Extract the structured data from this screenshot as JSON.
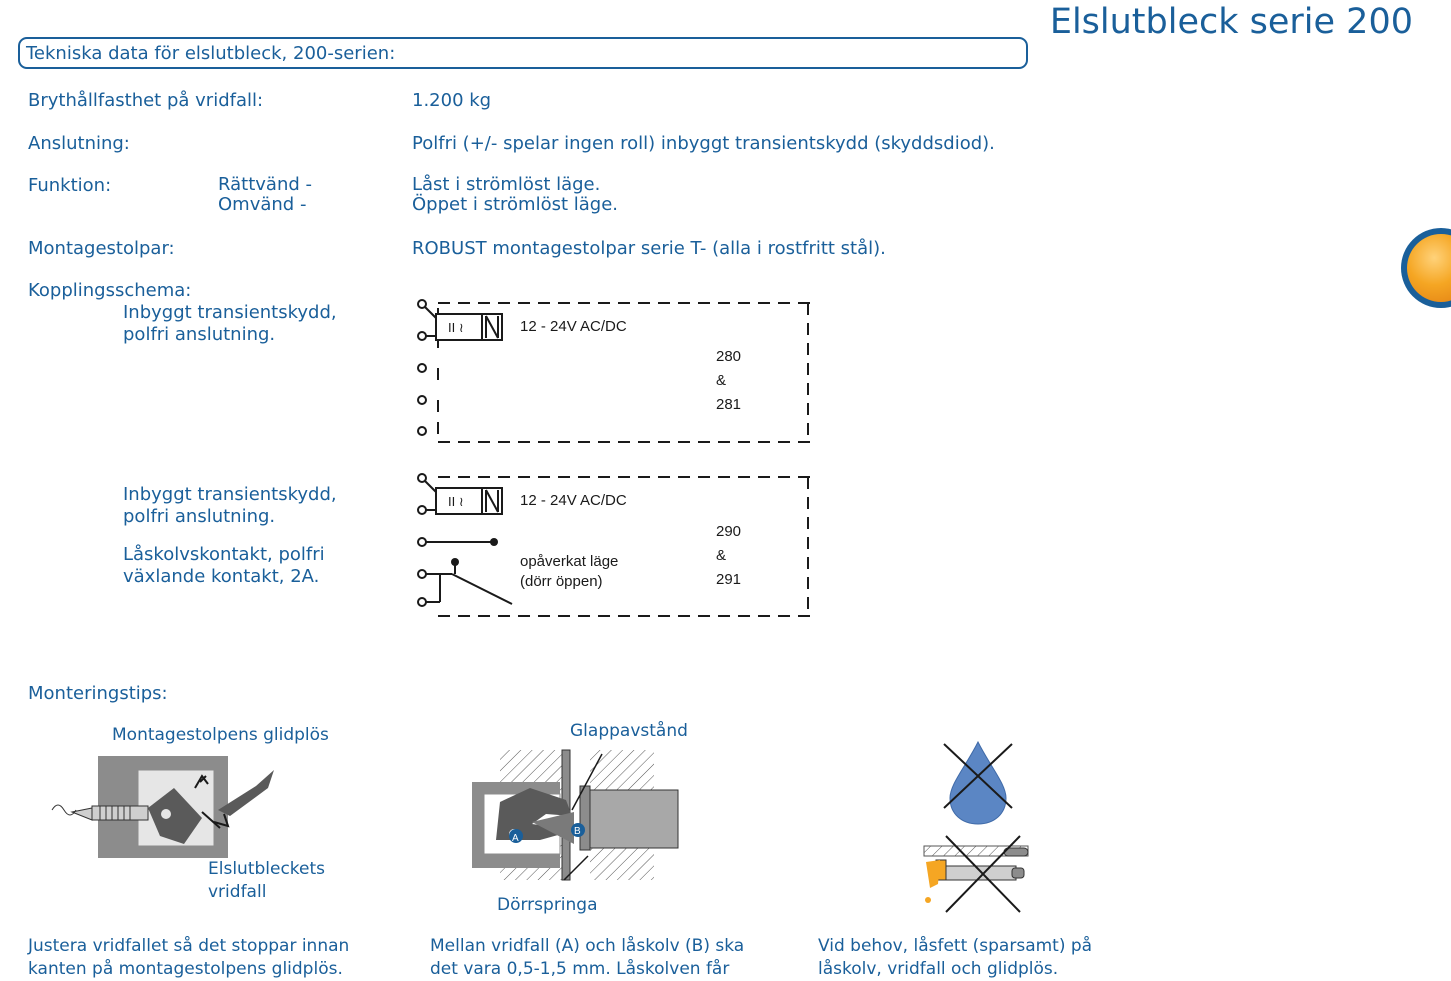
{
  "page_title": "Elslutbleck serie 200",
  "banner": "Tekniska data för elslutbleck, 200-serien:",
  "specs": {
    "strength_label": "Brythållfasthet på vridfall:",
    "strength_value": "1.200 kg",
    "connection_label": "Anslutning:",
    "connection_value": "Polfri (+/- spelar ingen roll) inbyggt transientskydd (skyddsdiod).",
    "function_label": "Funktion:",
    "function_sub1": "Rättvänd  -",
    "function_sub2": "Omvänd   -",
    "function_value1": "Låst i strömlöst läge.",
    "function_value2": "Öppet i strömlöst läge.",
    "posts_label": "Montagestolpar:",
    "posts_value": "ROBUST montagestolpar serie T- (alla i rostfritt stål).",
    "wiring_label": "Kopplingsschema:"
  },
  "wiring1": {
    "desc1": "Inbyggt transientskydd,",
    "desc2": "polfri anslutning.",
    "voltage": "12 - 24V AC/DC",
    "model1": "280",
    "model_amp": "&",
    "model2": "281"
  },
  "wiring2": {
    "desc1": "Inbyggt transientskydd,",
    "desc2": "polfri anslutning.",
    "desc3": "Låskolvskontakt, polfri",
    "desc4": "växlande kontakt, 2A.",
    "voltage": "12 - 24V AC/DC",
    "state1": "opåverkat läge",
    "state2": "(dörr öppen)",
    "model1": "290",
    "model_amp": "&",
    "model2": "291"
  },
  "tips_label": "Monteringstips:",
  "tip1": {
    "label_top": "Montagestolpens glidplös",
    "label_bottom1": "Elslutbleckets",
    "label_bottom2": "vridfall",
    "caption1": "Justera vridfallet så det stoppar innan",
    "caption2": "kanten på montagestolpens glidplös."
  },
  "tip2": {
    "label_top": "Glappavstånd",
    "label_bottom": "Dörrspringa",
    "marker_a": "A",
    "marker_b": "B",
    "caption1": "Mellan vridfall (A) och låskolv (B) ska",
    "caption2": "det vara 0,5-1,5 mm. Låskolven får"
  },
  "tip3": {
    "caption1": "Vid behov, låsfett (sparsamt) på",
    "caption2": "låskolv, vridfall och glidplös."
  },
  "colors": {
    "brand_blue": "#1a5f9a",
    "tab_orange": "#f5a623",
    "gray": "#8c8c8c",
    "dark_gray": "#5a5a5a",
    "drop_blue": "#5b86c4"
  }
}
